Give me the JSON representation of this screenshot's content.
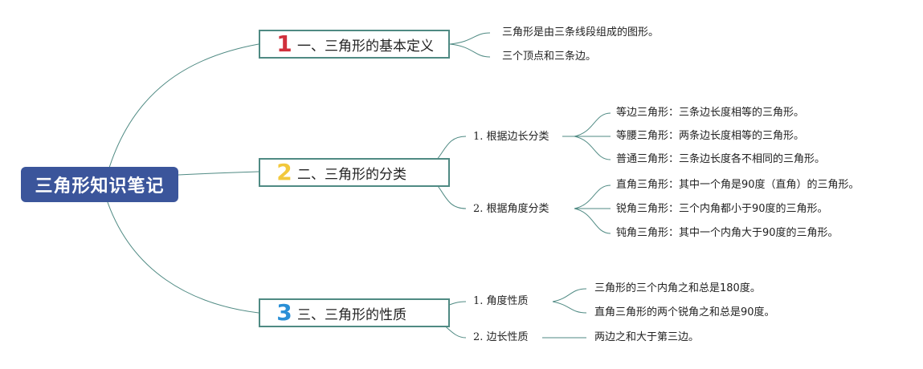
{
  "colors": {
    "root_bg": "#3b559b",
    "border": "#4f8a83",
    "line": "#4f8a83",
    "num1": "#d0303c",
    "num2": "#f2c83c",
    "num3": "#2a8fd6"
  },
  "root": {
    "title": "三角形知识笔记"
  },
  "branches": [
    {
      "num": "1",
      "title": "一、三角形的基本定义",
      "leaves": [
        "三角形是由三条线段组成的图形。",
        "三个顶点和三条边。"
      ]
    },
    {
      "num": "2",
      "title": "二、三角形的分类",
      "subs": [
        {
          "title": "1. 根据边长分类",
          "leaves": [
            "等边三角形：三条边长度相等的三角形。",
            "等腰三角形：两条边长度相等的三角形。",
            "普通三角形：三条边长度各不相同的三角形。"
          ]
        },
        {
          "title": "2. 根据角度分类",
          "leaves": [
            "直角三角形：其中一个角是90度（直角）的三角形。",
            "锐角三角形：三个内角都小于90度的三角形。",
            "钝角三角形：其中一个内角大于90度的三角形。"
          ]
        }
      ]
    },
    {
      "num": "3",
      "title": "三、三角形的性质",
      "subs": [
        {
          "title": "1. 角度性质",
          "leaves": [
            "三角形的三个内角之和总是180度。",
            "直角三角形的两个锐角之和总是90度。"
          ]
        },
        {
          "title": "2. 边长性质",
          "leaves": [
            "两边之和大于第三边。"
          ]
        }
      ]
    }
  ]
}
